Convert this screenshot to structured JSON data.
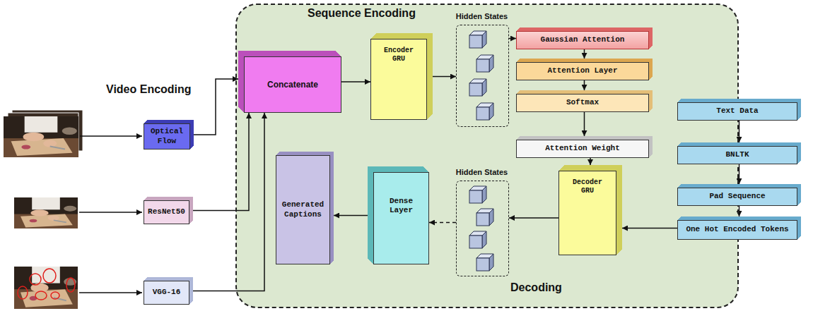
{
  "diagram": {
    "nodes": [
      {
        "text": [
          "Sequence Encoding",
          "Decoding"
        ]
      },
      {
        "text": [
          "Optical Flow"
        ]
      },
      {
        "text": [
          "ResNet50"
        ]
      },
      {
        "text": [
          "VGG-16"
        ]
      },
      {
        "text": [
          "Concatenate"
        ],
        "in": 0
      },
      {
        "text": [
          "Encoder GRU"
        ],
        "in": 0
      },
      {
        "text": [
          "Hidden States"
        ],
        "in": 0
      },
      {
        "text": [
          "Gaussian Attention"
        ],
        "in": 0
      },
      {
        "text": [
          "Attention Layer"
        ],
        "in": 0
      },
      {
        "text": [
          "Softmax"
        ],
        "in": 0
      },
      {
        "text": [
          "Attention Weight"
        ],
        "in": 0
      },
      {
        "text": [
          "Decoder GRU"
        ],
        "in": 0
      },
      {
        "text": [
          "Hidden States"
        ],
        "in": 0
      },
      {
        "text": [
          "Dense Layer"
        ],
        "in": 0
      },
      {
        "text": [
          "Generated Captions"
        ],
        "in": 0
      },
      {
        "text": [
          "Text Data"
        ]
      },
      {
        "text": [
          "BNLTK"
        ]
      },
      {
        "text": [
          "Pad Sequence"
        ]
      },
      {
        "text": [
          "One Hot Encoded Tokens"
        ]
      }
    ],
    "edges": [
      {
        "from": 1,
        "to": 4,
        "arrow": "to"
      },
      {
        "from": 2,
        "to": 4,
        "arrow": "to"
      },
      {
        "from": 3,
        "to": 4,
        "arrow": "to"
      },
      {
        "from": 4,
        "to": 5,
        "arrow": "to"
      },
      {
        "from": 5,
        "to": 6,
        "arrow": "to"
      },
      {
        "from": 6,
        "to": 7,
        "arrow": "to"
      },
      {
        "from": 7,
        "to": 8,
        "arrow": "to"
      },
      {
        "from": 8,
        "to": 9,
        "arrow": "to"
      },
      {
        "from": 9,
        "to": 10,
        "arrow": "to"
      },
      {
        "from": 10,
        "to": 11,
        "arrow": "to"
      },
      {
        "from": 15,
        "to": 16,
        "arrow": "to"
      },
      {
        "from": 16,
        "to": 17,
        "arrow": "to"
      },
      {
        "from": 17,
        "to": 18,
        "arrow": "to"
      },
      {
        "from": 18,
        "to": 11,
        "arrow": "to"
      },
      {
        "from": 11,
        "to": 12,
        "arrow": "to"
      },
      {
        "from": 12,
        "to": 13,
        "arrow": "to"
      },
      {
        "from": 13,
        "to": 14,
        "arrow": "to"
      }
    ],
    "labels": [
      "Video Encoding"
    ]
  }
}
